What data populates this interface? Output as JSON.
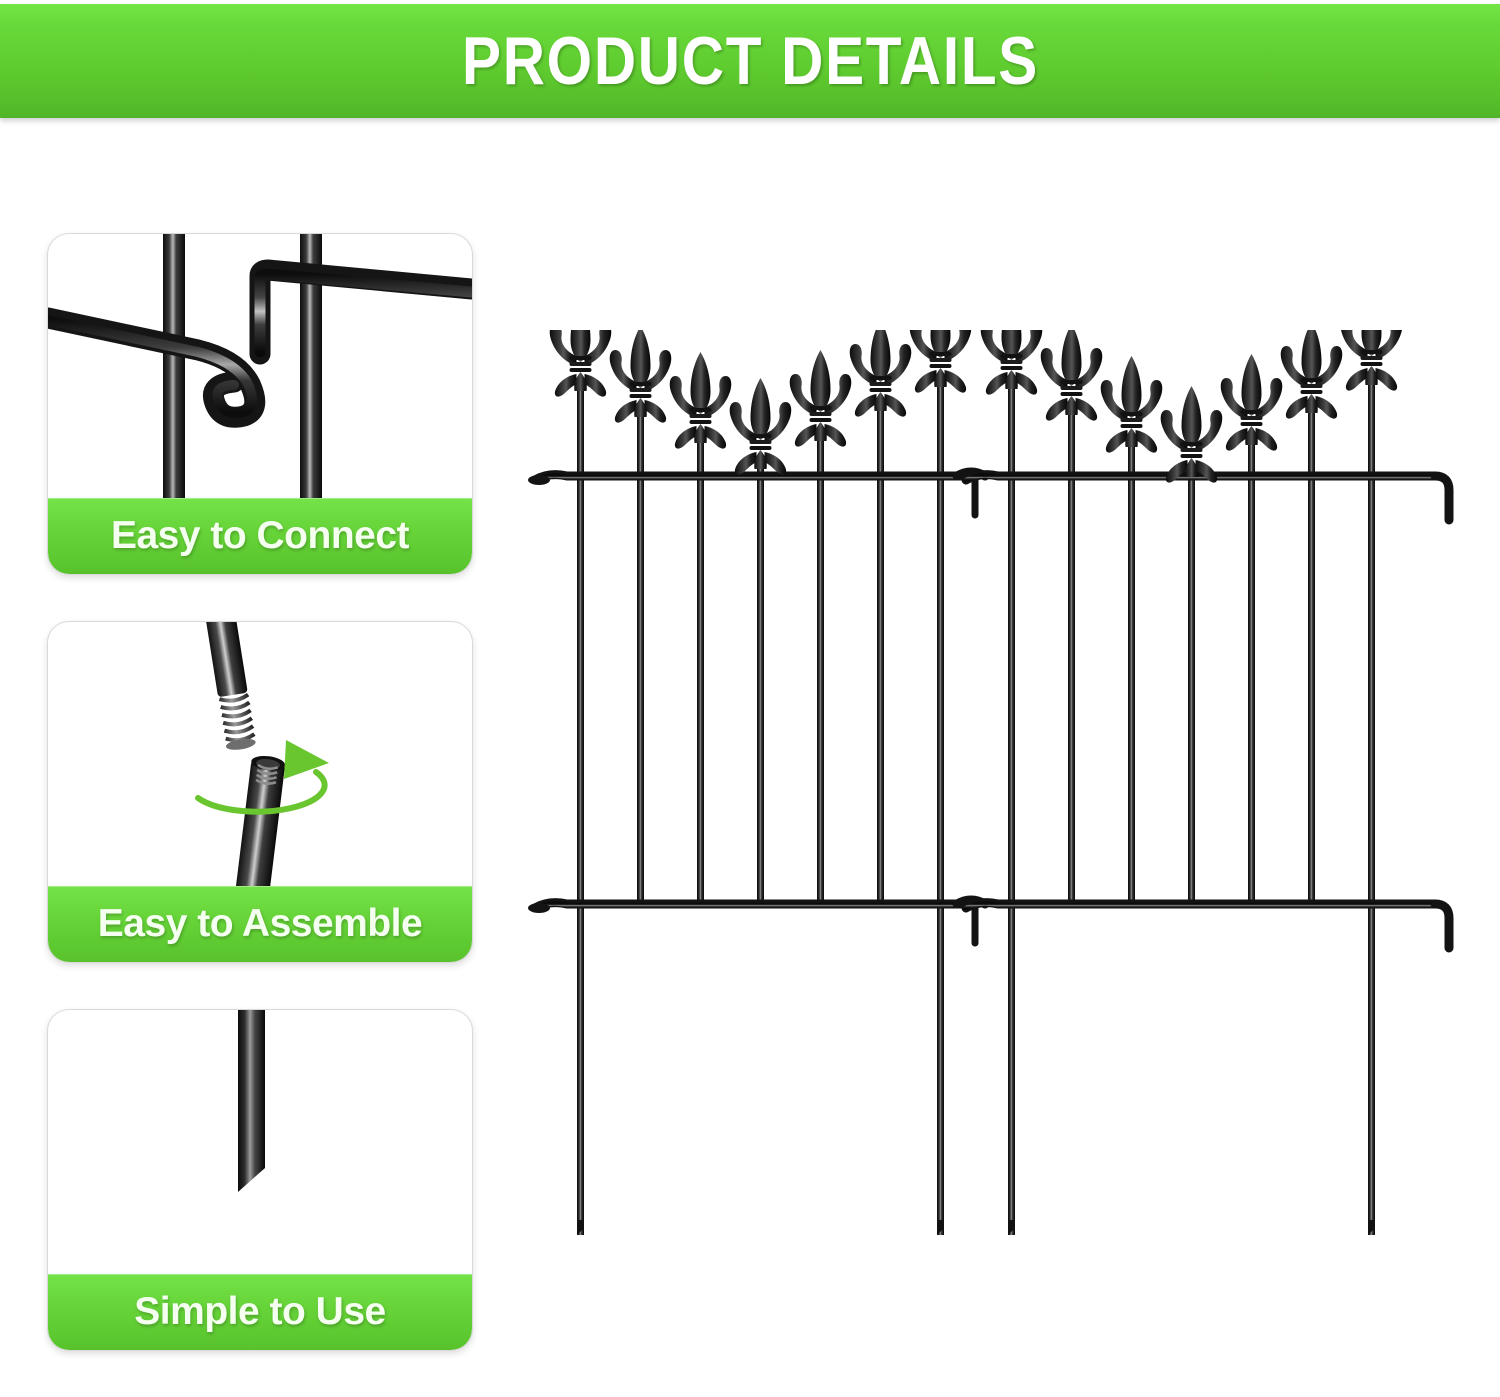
{
  "header": {
    "title": "PRODUCT DETAILS",
    "bg_top": "#73e646",
    "bg_bottom": "#4fb527"
  },
  "features": [
    {
      "caption": "Easy to Connect",
      "art": "fence-rod-hook-connector",
      "description_icon": "link-icon"
    },
    {
      "caption": "Easy to Assemble",
      "art": "threaded-rod-screw-together",
      "description_icon": "rotate-icon"
    },
    {
      "caption": "Simple to Use",
      "art": "pointed-ground-stake-tip",
      "description_icon": "stake-icon"
    }
  ],
  "product": {
    "name": "decorative-no-dig-garden-fence",
    "finial_style": "fleur-de-lis",
    "color": "#1c1c1c",
    "panels": 2,
    "posts_per_panel": 7,
    "rails_per_panel": 2,
    "stake_posts_per_panel": 2
  },
  "chart_data": {
    "type": "diagram",
    "title": "Decorative garden fence panels",
    "panel_post_relative_heights": [
      1.0,
      0.93,
      0.86,
      0.78,
      0.87,
      0.95,
      1.02
    ],
    "panel_count": 2
  },
  "colors": {
    "green_light": "#74e348",
    "green_dark": "#58c22c",
    "metal_black": "#1a1a1a",
    "metal_highlight": "#8e8e8e",
    "card_border": "#d9d9d9"
  }
}
